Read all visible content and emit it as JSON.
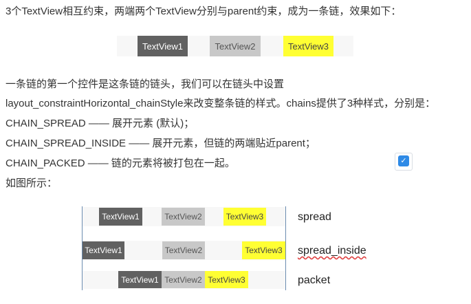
{
  "paragraphs": {
    "intro": "3个TextView相互约束，两端两个TextView分别与parent约束，成为一条链，效果如下：",
    "desc1": "一条链的第一个控件是这条链的链头，我们可以在链头中设置",
    "desc2": "layout_constraintHorizontal_chainStyle来改变整条链的样式。chains提供了3种样式，分别是：",
    "spread": "CHAIN_SPREAD —— 展开元素 (默认)；",
    "spread_inside": "CHAIN_SPREAD_INSIDE —— 展开元素，但链的两端贴近parent；",
    "packed": "CHAIN_PACKED —— 链的元素将被打包在一起。",
    "as_shown": "如图所示："
  },
  "figure1": {
    "views": [
      "TextView1",
      "TextView2",
      "TextView3"
    ]
  },
  "figure2": {
    "rows": [
      {
        "label": "spread",
        "views": [
          "TextView1",
          "TextView2",
          "TextView3"
        ]
      },
      {
        "label": "spread_inside",
        "views": [
          "TextView1",
          "TextView2",
          "TextView3"
        ]
      },
      {
        "label": "packet",
        "views": [
          "TextView1",
          "TextView2",
          "TextView3"
        ]
      }
    ]
  },
  "favicon_icon": "bookmark-icon",
  "colors": {
    "dark_view": "#616161",
    "gray_view": "#c8c8c8",
    "yellow_view": "#ffff33"
  }
}
